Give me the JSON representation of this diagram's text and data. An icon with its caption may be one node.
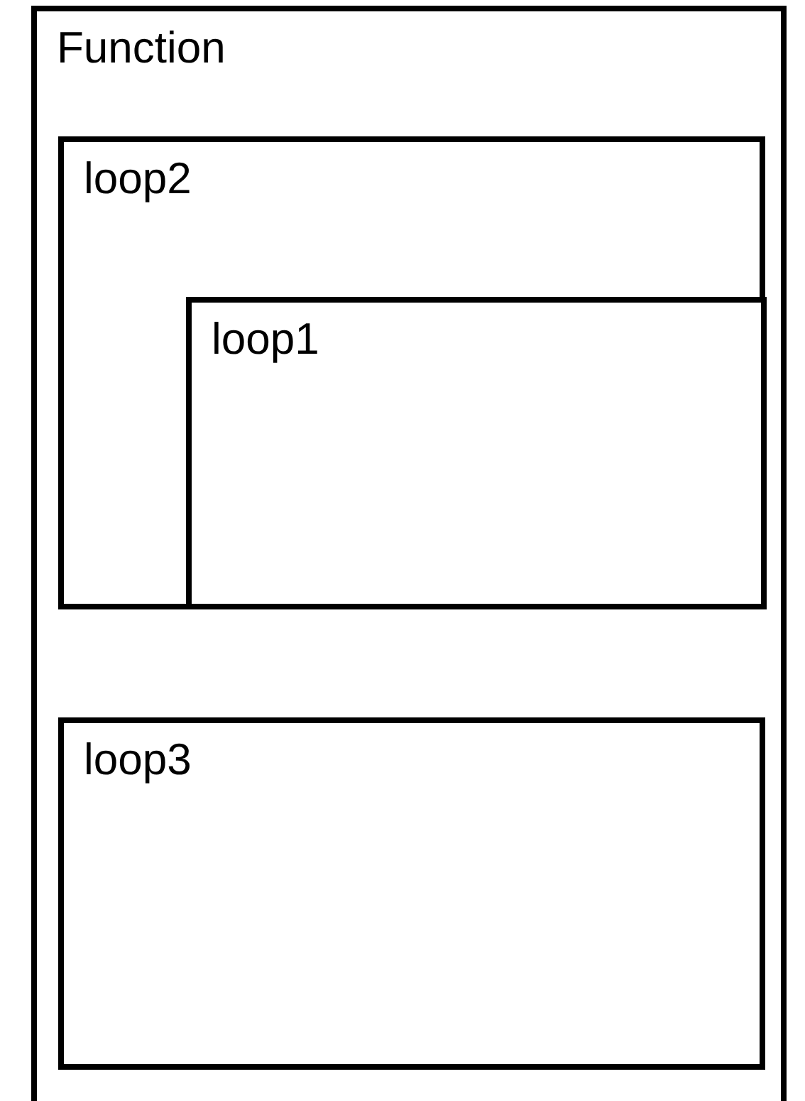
{
  "diagram": {
    "nodes": [
      {
        "text": [
          "Function"
        ]
      },
      {
        "text": [
          "loop2"
        ],
        "in": 0
      },
      {
        "text": [
          "loop1"
        ],
        "in": 1
      },
      {
        "text": [
          "loop3"
        ],
        "in": 0
      }
    ]
  }
}
